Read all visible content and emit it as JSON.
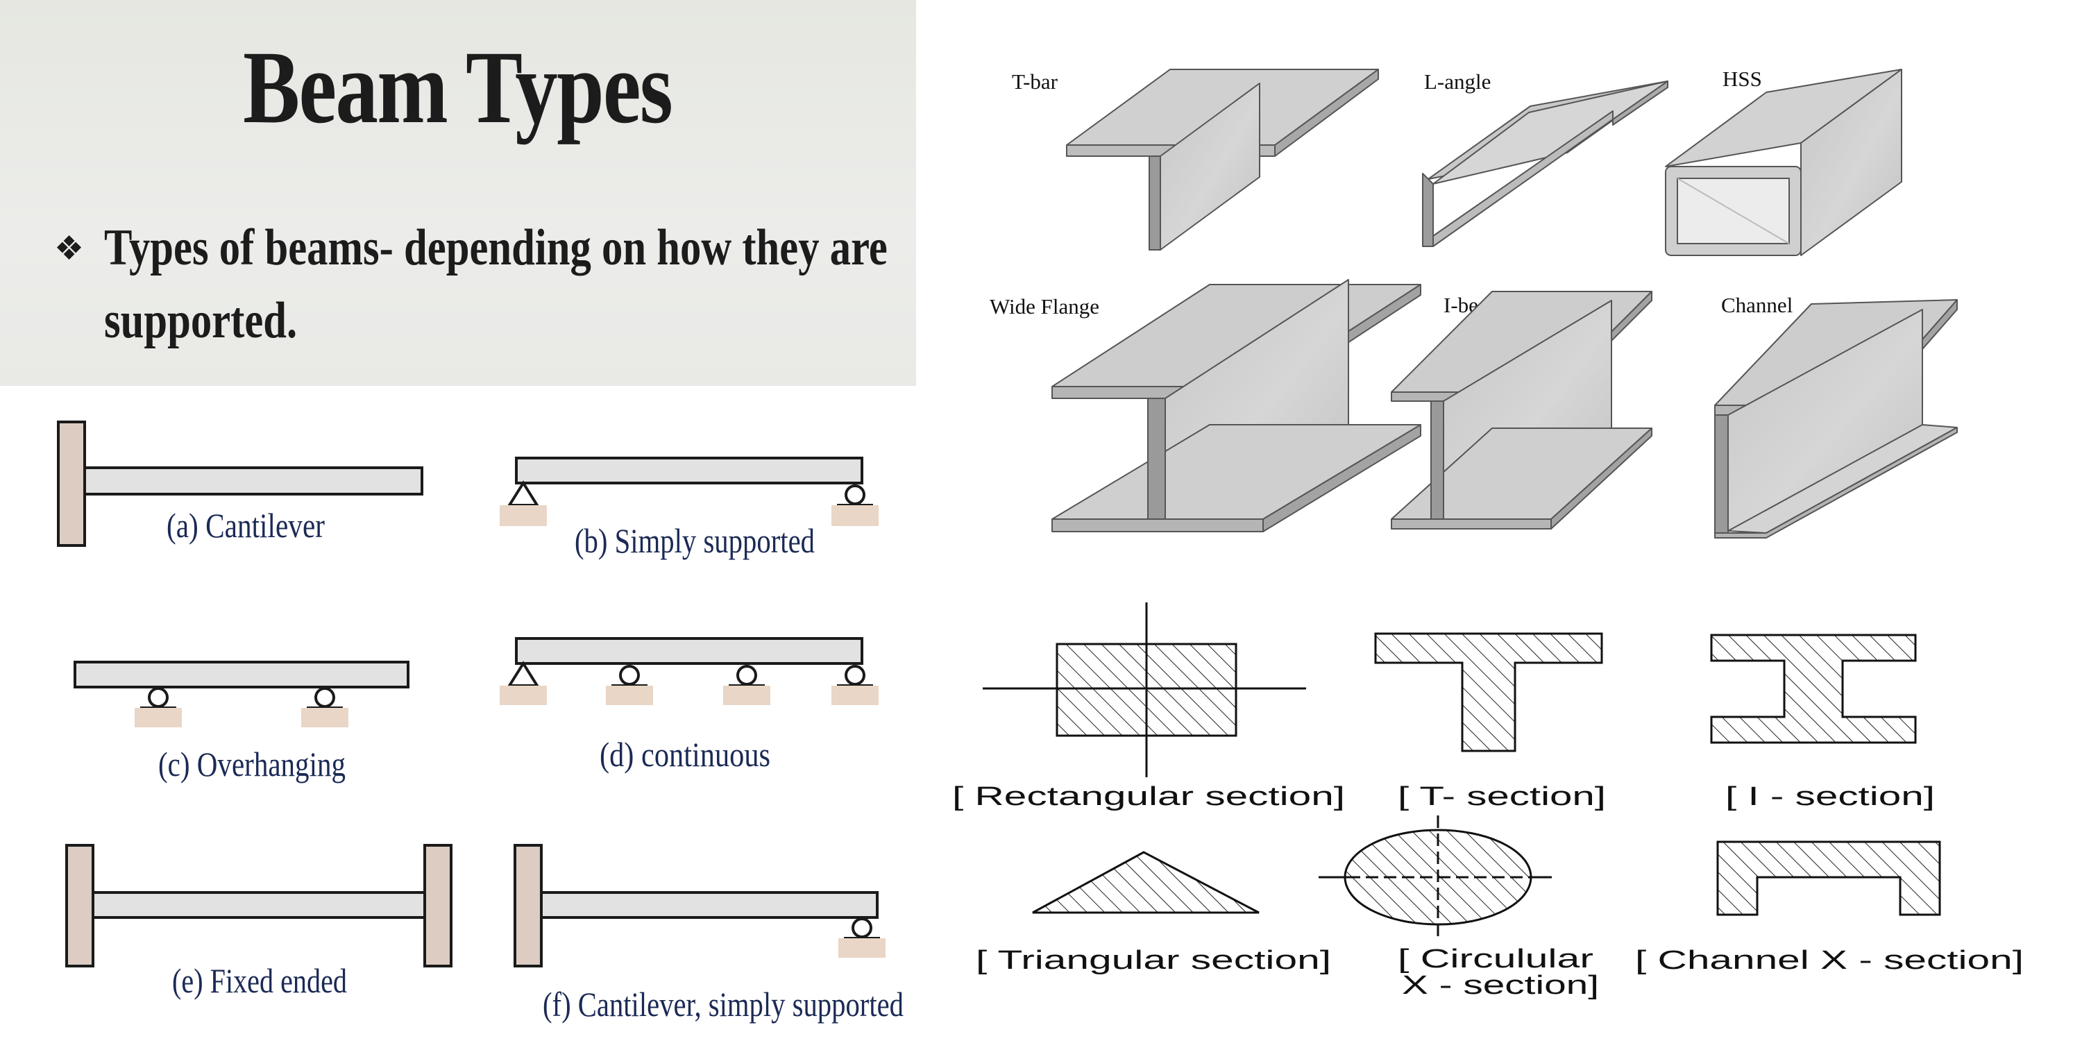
{
  "left_panel": {
    "title": "Beam Types",
    "bullet_line_1": "Types of beams- depending on how they are",
    "bullet_line_2": "supported.",
    "captions": {
      "a": "(a) Cantilever",
      "b": "(b) Simply supported",
      "c": "(c) Overhanging",
      "d": "(d) continuous",
      "e": "(e) Fixed ended",
      "f": "(f) Cantilever, simply supported"
    }
  },
  "right_panel": {
    "shape_labels": {
      "t_bar": "T-bar",
      "l_angle": "L-angle",
      "hss": "HSS",
      "wide_flange": "Wide Flange",
      "i_beam": "I-beam",
      "channel": "Channel"
    },
    "section_labels": {
      "rectangular": "[ Rectangular section]",
      "t_section": "[ T- section]",
      "i_section": "[ I - section]",
      "triangular": "[ Triangular section]",
      "circular_1": "[ Circulular",
      "circular_2": "X - section]",
      "channel_x": "[ Channel X - section]"
    }
  },
  "colors": {
    "beam_fill": "#e2e2e2",
    "wall_fill": "#dcccc2",
    "ground_fill": "#e9d6c6",
    "caption_text": "#1b2a55",
    "steel_light": "#d2d2d2",
    "steel_mid": "#bdbdbd",
    "steel_dark": "#9a9a9a"
  }
}
